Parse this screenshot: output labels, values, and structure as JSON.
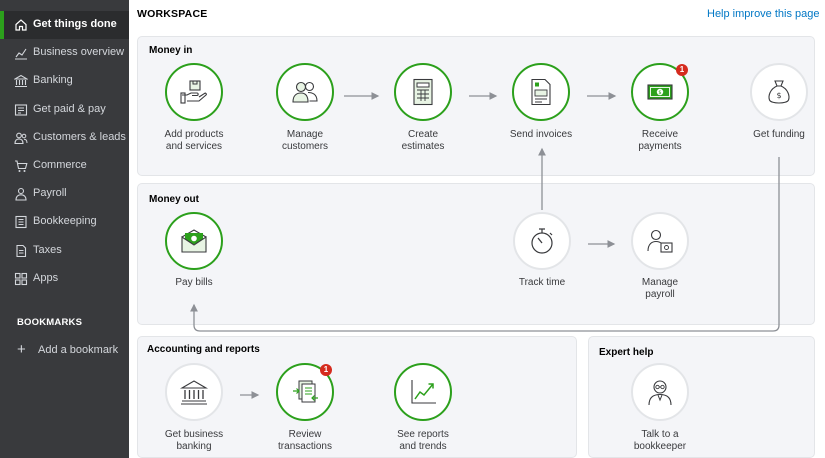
{
  "sidebar": {
    "items": [
      {
        "label": "Get things done",
        "icon": "home-icon"
      },
      {
        "label": "Business overview",
        "icon": "chart-icon"
      },
      {
        "label": "Banking",
        "icon": "bank-icon"
      },
      {
        "label": "Get paid & pay",
        "icon": "receipt-icon"
      },
      {
        "label": "Customers & leads",
        "icon": "people-icon"
      },
      {
        "label": "Commerce",
        "icon": "cart-icon"
      },
      {
        "label": "Payroll",
        "icon": "person-icon"
      },
      {
        "label": "Bookkeeping",
        "icon": "ledger-icon"
      },
      {
        "label": "Taxes",
        "icon": "document-icon"
      },
      {
        "label": "Apps",
        "icon": "apps-icon"
      }
    ],
    "bookmarks_heading": "BOOKMARKS",
    "add_bookmark": "Add a bookmark"
  },
  "header": {
    "title": "WORKSPACE",
    "help_link": "Help improve this page"
  },
  "panels": {
    "money_in": {
      "title": "Money in",
      "items": [
        {
          "label": "Add products\nand services",
          "icon": "box-hand-icon"
        },
        {
          "label": "Manage\ncustomers",
          "icon": "customers-icon"
        },
        {
          "label": "Create\nestimates",
          "icon": "estimate-icon"
        },
        {
          "label": "Send invoices",
          "icon": "invoice-icon"
        },
        {
          "label": "Receive\npayments",
          "icon": "money-icon",
          "badge": "1"
        },
        {
          "label": "Get funding",
          "icon": "money-bag-icon"
        }
      ]
    },
    "money_out": {
      "title": "Money out",
      "items": [
        {
          "label": "Pay bills",
          "icon": "envelope-money-icon"
        },
        {
          "label": "Track time",
          "icon": "stopwatch-icon"
        },
        {
          "label": "Manage\npayroll",
          "icon": "payroll-icon"
        }
      ]
    },
    "accounting": {
      "title": "Accounting and reports",
      "items": [
        {
          "label": "Get business\nbanking",
          "icon": "bank-building-icon"
        },
        {
          "label": "Review\ntransactions",
          "icon": "transactions-icon",
          "badge": "1"
        },
        {
          "label": "See reports\nand trends",
          "icon": "trend-icon"
        }
      ]
    },
    "expert": {
      "title": "Expert help",
      "items": [
        {
          "label": "Talk to a\nbookkeeper",
          "icon": "bookkeeper-icon"
        }
      ]
    }
  },
  "colors": {
    "accent": "#2ca01c",
    "sidebar": "#393a3d",
    "link": "#0077c5",
    "badge": "#d52b1e"
  }
}
